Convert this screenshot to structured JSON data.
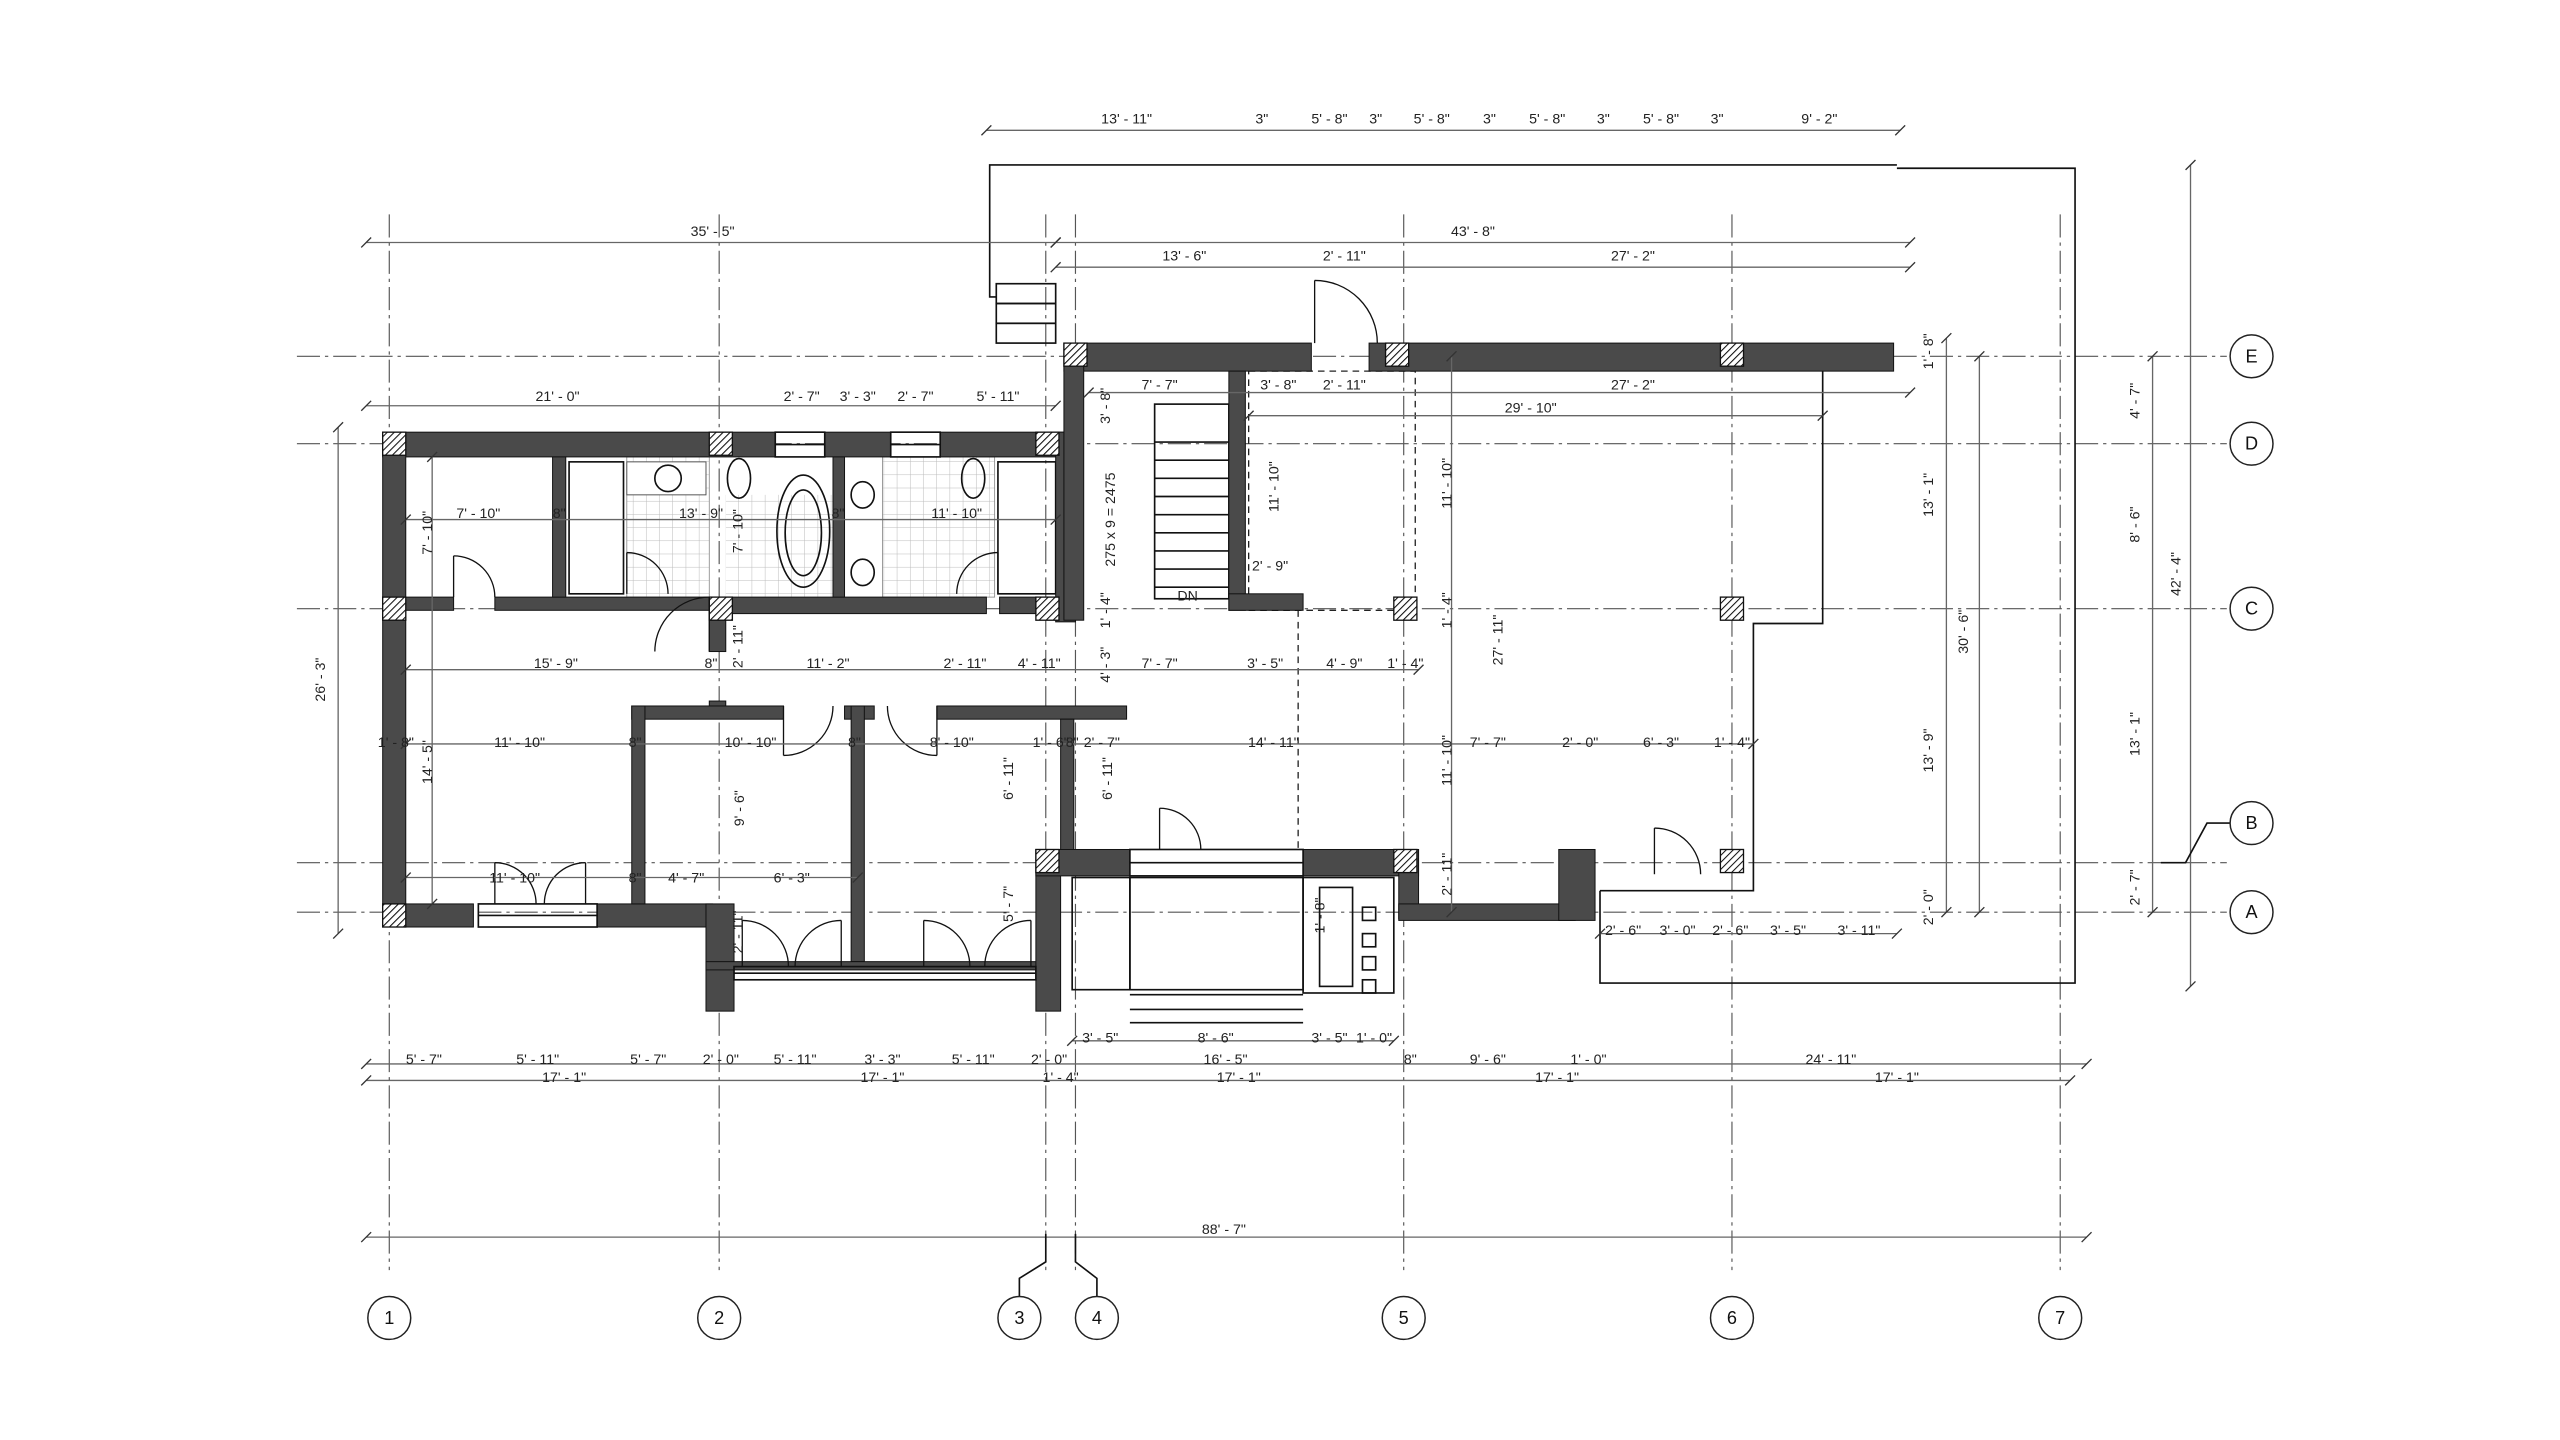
{
  "grid": {
    "columns": [
      "1",
      "2",
      "3",
      "4",
      "5",
      "6",
      "7"
    ],
    "rows": [
      "E",
      "D",
      "C",
      "B",
      "A"
    ]
  },
  "dimensions": {
    "top_bays": [
      "13' - 11\"",
      "3\"",
      "5' - 8\"",
      "3\"",
      "5' - 8\"",
      "3\"",
      "5' - 8\"",
      "3\"",
      "5' - 8\"",
      "3\"",
      "9' - 2\""
    ],
    "overall_top": [
      "35' - 5\"",
      "43' - 8\""
    ],
    "upper_right": [
      "13' - 6\"",
      "2' - 11\"",
      "27' - 2\""
    ],
    "row_d_left": [
      "21' - 0\"",
      "2' - 7\"",
      "3' - 3\"",
      "2' - 7\"",
      "5' - 11\""
    ],
    "row_e_right": [
      "7' - 7\"",
      "3' - 8\"",
      "2' - 11\"",
      "27' - 2\""
    ],
    "span_29": [
      "29' - 10\""
    ],
    "stair_landing": [
      "2' - 9\""
    ],
    "rooms_upper": [
      "7' - 10\"",
      "8\"",
      "13' - 9\"",
      "8\"",
      "11' - 10\""
    ],
    "corridor": [
      "15' - 9\"",
      "8\"",
      "11' - 2\"",
      "2' - 11\"",
      "4' - 11\"",
      "7' - 7\"",
      "3' - 5\"",
      "4' - 9\"",
      "1' - 4\""
    ],
    "rooms_middle": [
      "1' - 8\"",
      "11' - 10\"",
      "8\"",
      "10' - 10\"",
      "8\"",
      "8' - 10\"",
      "1' - 6\"",
      "8\"",
      "2' - 7\"",
      "14' - 11\"",
      "7' - 7\"",
      "2' - 0\"",
      "6' - 3\"",
      "1' - 4\""
    ],
    "rooms_lower": [
      "11' - 10\"",
      "8\"",
      "4' - 7\"",
      "6' - 3\""
    ],
    "terrace": [
      "2' - 6\"",
      "3' - 0\"",
      "2' - 6\"",
      "3' - 5\"",
      "3' - 11\""
    ],
    "porch": [
      "3' - 5\"",
      "8' - 6\"",
      "3' - 5\"",
      "1' - 0\""
    ],
    "bottom_detail": [
      "5' - 7\"",
      "5' - 11\"",
      "5' - 7\"",
      "2' - 0\"",
      "5' - 11\"",
      "3' - 3\"",
      "5' - 11\"",
      "2' - 0\"",
      "16' - 5\"",
      "8\"",
      "9' - 6\"",
      "1' - 0\"",
      "24' - 11\""
    ],
    "bottom_bays": [
      "17' - 1\"",
      "17' - 1\"",
      "1' - 4\"",
      "17' - 1\"",
      "17' - 1\"",
      "17' - 1\""
    ],
    "overall_bottom": [
      "88' - 7\""
    ],
    "vertical": [
      "26' - 3\"",
      "7' - 10\"",
      "14' - 5\"",
      "7' - 10\"",
      "2' - 11\"",
      "9' - 6\"",
      "2' - 11\"",
      "6' - 11\"",
      "5' - 7\"",
      "3' - 8\"",
      "1' - 4\"",
      "4' - 3\"",
      "6' - 11\"",
      "11' - 10\"",
      "11' - 10\"",
      "1' - 4\"",
      "27' - 11\"",
      "11' - 10\"",
      "2' - 11\"",
      "1' - 8\"",
      "1' - 8\"",
      "13' - 1\"",
      "30' - 6\"",
      "13' - 9\"",
      "2' - 0\"",
      "4' - 7\"",
      "8' - 6\"",
      "42' - 4\"",
      "13' - 1\"",
      "2' - 7\""
    ]
  },
  "stair_note": "275 x 9 = 2475",
  "stair_direction": "DN",
  "colors": {
    "wall": "#4a4a4a",
    "line": "#111111"
  }
}
